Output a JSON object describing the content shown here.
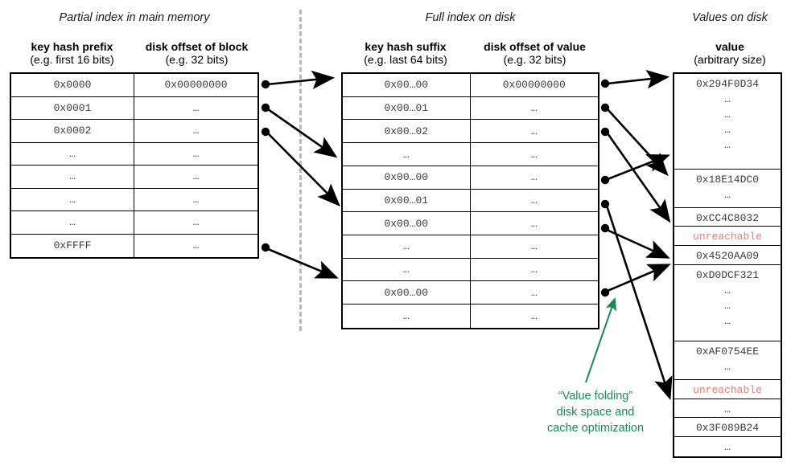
{
  "sections": {
    "left_caption": "Partial index in main memory",
    "middle_caption": "Full index on disk",
    "right_caption": "Values on disk"
  },
  "left_table": {
    "headers": [
      {
        "main": "key hash prefix",
        "sub": "(e.g. first 16 bits)"
      },
      {
        "main": "disk offset of block",
        "sub": "(e.g. 32 bits)"
      }
    ],
    "rows": [
      {
        "key": "0x0000",
        "offset": "0x00000000",
        "has_pointer": true
      },
      {
        "key": "0x0001",
        "offset": "…",
        "has_pointer": true
      },
      {
        "key": "0x0002",
        "offset": "…",
        "has_pointer": true
      },
      {
        "key": "…",
        "offset": "…",
        "has_pointer": false
      },
      {
        "key": "…",
        "offset": "…",
        "has_pointer": false
      },
      {
        "key": "…",
        "offset": "…",
        "has_pointer": false
      },
      {
        "key": "…",
        "offset": "…",
        "has_pointer": false
      },
      {
        "key": "0xFFFF",
        "offset": "…",
        "has_pointer": true
      }
    ]
  },
  "middle_table": {
    "headers": [
      {
        "main": "key hash suffix",
        "sub": "(e.g. last 64 bits)"
      },
      {
        "main": "disk offset of value",
        "sub": "(e.g. 32 bits)"
      }
    ],
    "rows": [
      {
        "key": "0x00…00",
        "offset": "0x00000000",
        "has_pointer": true
      },
      {
        "key": "0x00…01",
        "offset": "…",
        "has_pointer": true
      },
      {
        "key": "0x00…02",
        "offset": "…",
        "has_pointer": true
      },
      {
        "key": "…",
        "offset": "…",
        "has_pointer": false
      },
      {
        "key": "0x00…00",
        "offset": "…",
        "has_pointer": true
      },
      {
        "key": "0x00…01",
        "offset": "…",
        "has_pointer": true
      },
      {
        "key": "0x00…00",
        "offset": "…",
        "has_pointer": true
      },
      {
        "key": "…",
        "offset": "…",
        "has_pointer": false
      },
      {
        "key": "…",
        "offset": "…",
        "has_pointer": false
      },
      {
        "key": "0x00…00",
        "offset": "…",
        "has_pointer": true
      },
      {
        "key": "…",
        "offset": "…",
        "has_pointer": false
      }
    ]
  },
  "right_table": {
    "header": {
      "main": "value",
      "sub": "(arbitrary size)"
    },
    "rows": [
      {
        "lines": [
          "0x294F0D34",
          "…",
          "…",
          "…",
          "…"
        ],
        "unreachable": false
      },
      {
        "lines": [
          "0x18E14DC0",
          "…"
        ],
        "unreachable": false
      },
      {
        "lines": [
          "0xCC4C8032"
        ],
        "unreachable": false
      },
      {
        "lines": [
          "unreachable"
        ],
        "unreachable": true
      },
      {
        "lines": [
          "0x4520AA09"
        ],
        "unreachable": false
      },
      {
        "lines": [
          "0xD0DCF321",
          "…",
          "…",
          "…"
        ],
        "unreachable": false
      },
      {
        "lines": [
          "0xAF0754EE",
          "…"
        ],
        "unreachable": false
      },
      {
        "lines": [
          "unreachable"
        ],
        "unreachable": true
      },
      {
        "lines": [
          "…"
        ],
        "unreachable": false
      },
      {
        "lines": [
          "0x3F089B24"
        ],
        "unreachable": false
      },
      {
        "lines": [
          "…"
        ],
        "unreachable": false
      }
    ]
  },
  "annotation": {
    "line1": "“Value folding”",
    "line2": "disk space and",
    "line3": "cache optimization",
    "color": "#1a8a52"
  },
  "colors": {
    "arrow": "#000000",
    "divider": "#b8b8b8",
    "unreachable": "#ef7b6c",
    "annotation": "#1a8a52",
    "cell_text": "#3a3a3a"
  }
}
